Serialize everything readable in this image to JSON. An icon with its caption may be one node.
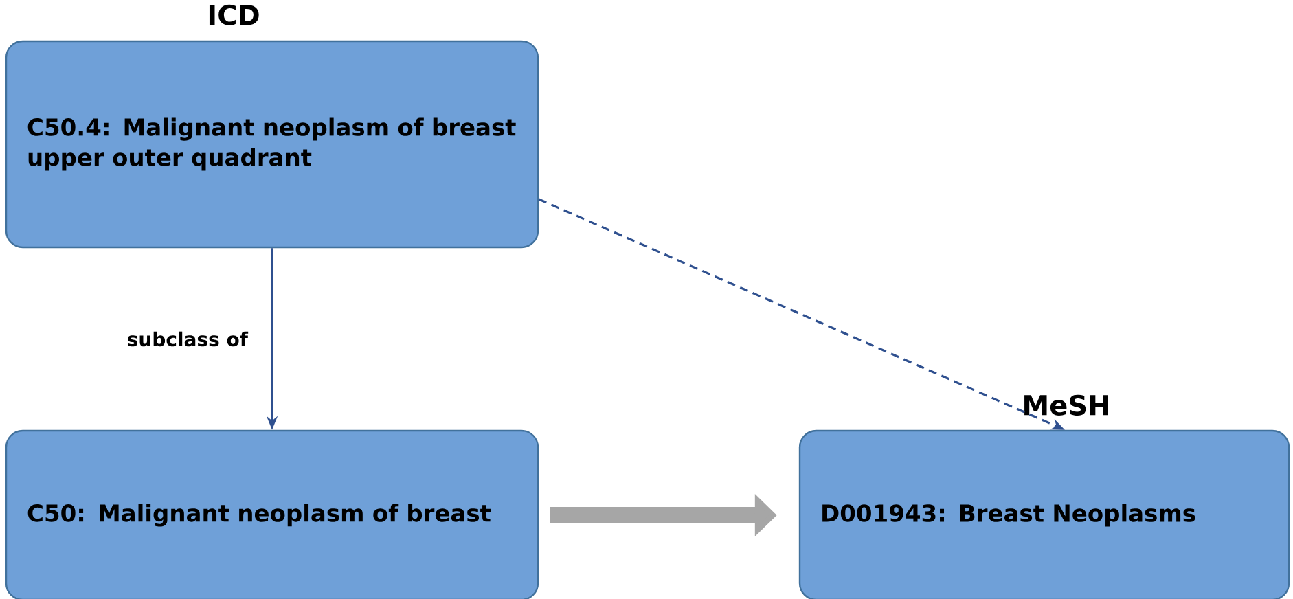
{
  "diagram": {
    "nodes": [
      {
        "text": [
          "ICD",
          "C50.4: Malignant neoplasm of breast upper outer quadrant"
        ]
      },
      {
        "text": [
          "C50: Malignant neoplasm of breast"
        ]
      },
      {
        "text": [
          "MeSH",
          "D001943: Breast Neoplasms"
        ]
      }
    ],
    "edges": [
      {
        "from": 0,
        "to": 1,
        "arrow": "to",
        "label": "subclass of"
      },
      {
        "from": 0,
        "to": 2,
        "arrow": "to",
        "style": "dashed"
      },
      {
        "from": 1,
        "to": 2,
        "arrow": "to",
        "style": "thick",
        "color": "#a6a6a6"
      }
    ]
  }
}
